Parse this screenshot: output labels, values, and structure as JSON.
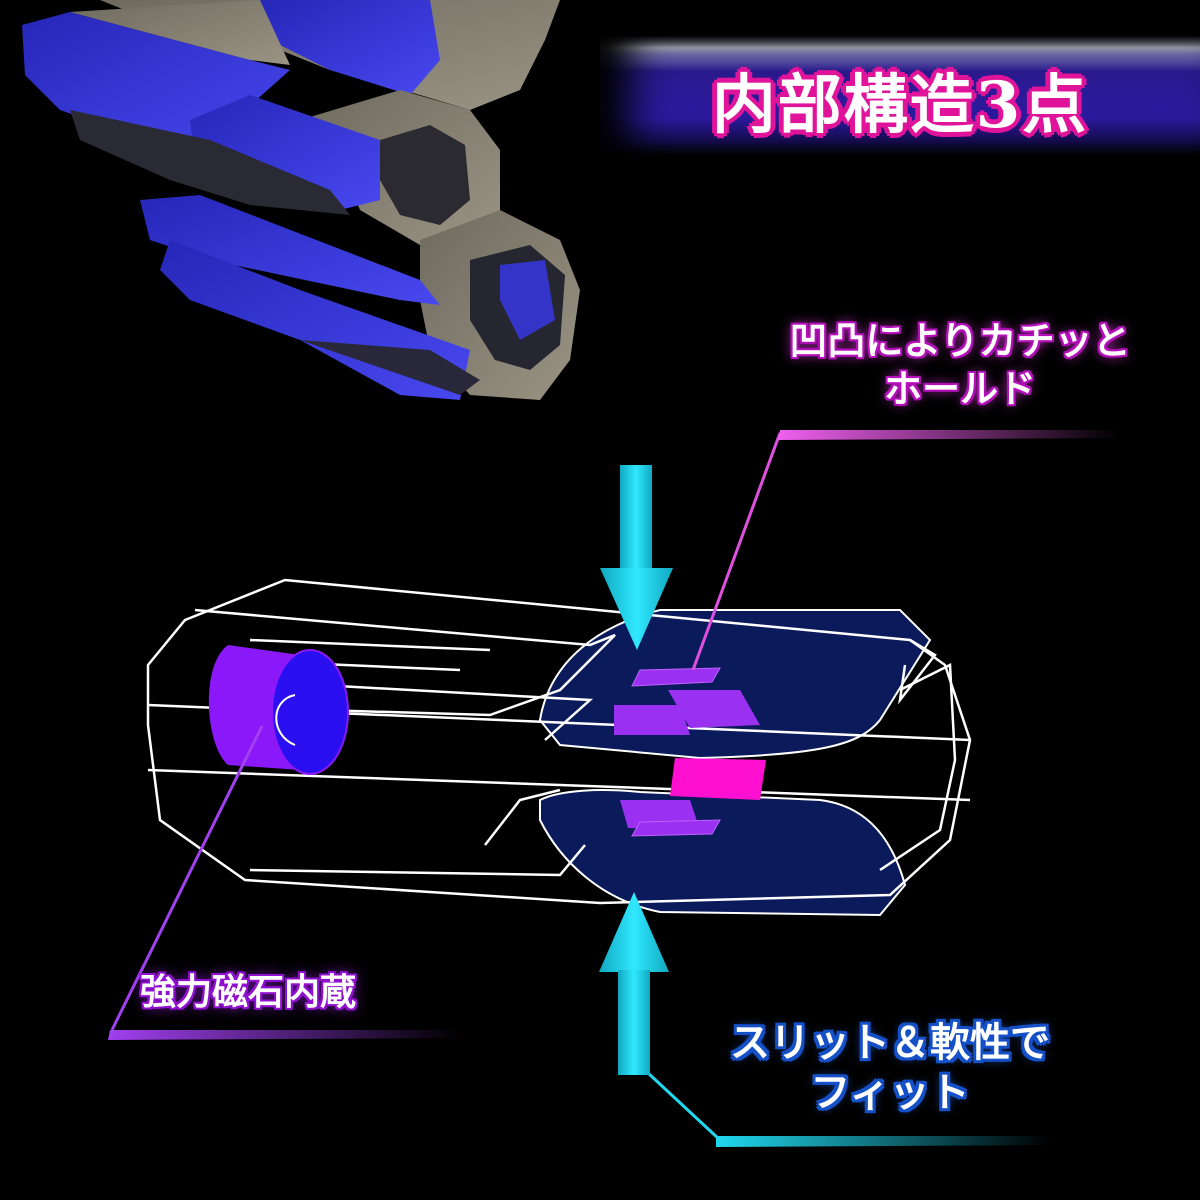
{
  "title_banner": {
    "text": "内部構造3点",
    "colors": {
      "band": "#2c1aa0",
      "text_outline": "#e0149a",
      "text": "#ffffff"
    }
  },
  "photo": {
    "description": "3D-printed hexagonal connector part, blue and grey textured",
    "colors": {
      "blue": "#3a3ae0",
      "grey": "#8a8676"
    }
  },
  "callouts": [
    {
      "id": "click-hold",
      "lines": [
        "凹凸によりカチッと",
        "ホールド"
      ],
      "accent": "#d020d0"
    },
    {
      "id": "magnet",
      "lines": [
        "強力磁石内蔵"
      ],
      "accent": "#a040f0"
    },
    {
      "id": "slit-fit",
      "lines": [
        "スリット＆軟性で",
        "フィット"
      ],
      "accent": "#20d8f0"
    }
  ],
  "diagram": {
    "description": "wireframe cutaway of connector with magnet and snap-fit tabs",
    "colors": {
      "wireframe": "#ffffff",
      "magnet_side": "#8a18f8",
      "magnet_face": "#2a10f0",
      "tab_fill": "#0a1a5a",
      "bump": "#ff10d0",
      "arrow": "#20d0e8"
    }
  }
}
